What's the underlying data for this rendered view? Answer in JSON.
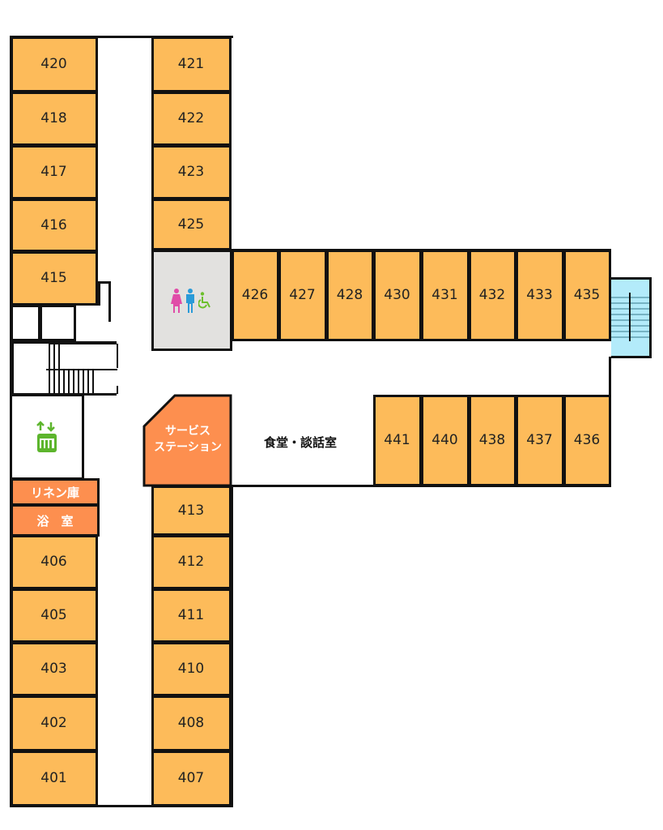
{
  "rooms_west_left": [
    "420",
    "418",
    "417",
    "416",
    "415"
  ],
  "rooms_west_right": [
    "421",
    "422",
    "423",
    "425"
  ],
  "rooms_east_top": [
    "426",
    "427",
    "428",
    "430",
    "431",
    "432",
    "433",
    "435"
  ],
  "rooms_east_bottom": [
    "441",
    "440",
    "438",
    "437",
    "436"
  ],
  "rooms_south_left": [
    "406",
    "405",
    "403",
    "402",
    "401"
  ],
  "rooms_south_right": [
    "413",
    "412",
    "411",
    "410",
    "408",
    "407"
  ],
  "facilities": {
    "service_station_line1": "サービス",
    "service_station_line2": "ステーション",
    "dining": "食堂・談話室",
    "linen": "リネン庫",
    "bath": "浴　室"
  },
  "icons": [
    "restroom-female-icon",
    "restroom-male-icon",
    "wheelchair-icon",
    "elevator-icon",
    "stairs-icon"
  ],
  "colors": {
    "room": "#fdbb5a",
    "facility": "#fd8f4f",
    "restroom": "#e2e1df",
    "stairs": "#b3ebfa",
    "elevator": "#5db52d"
  }
}
